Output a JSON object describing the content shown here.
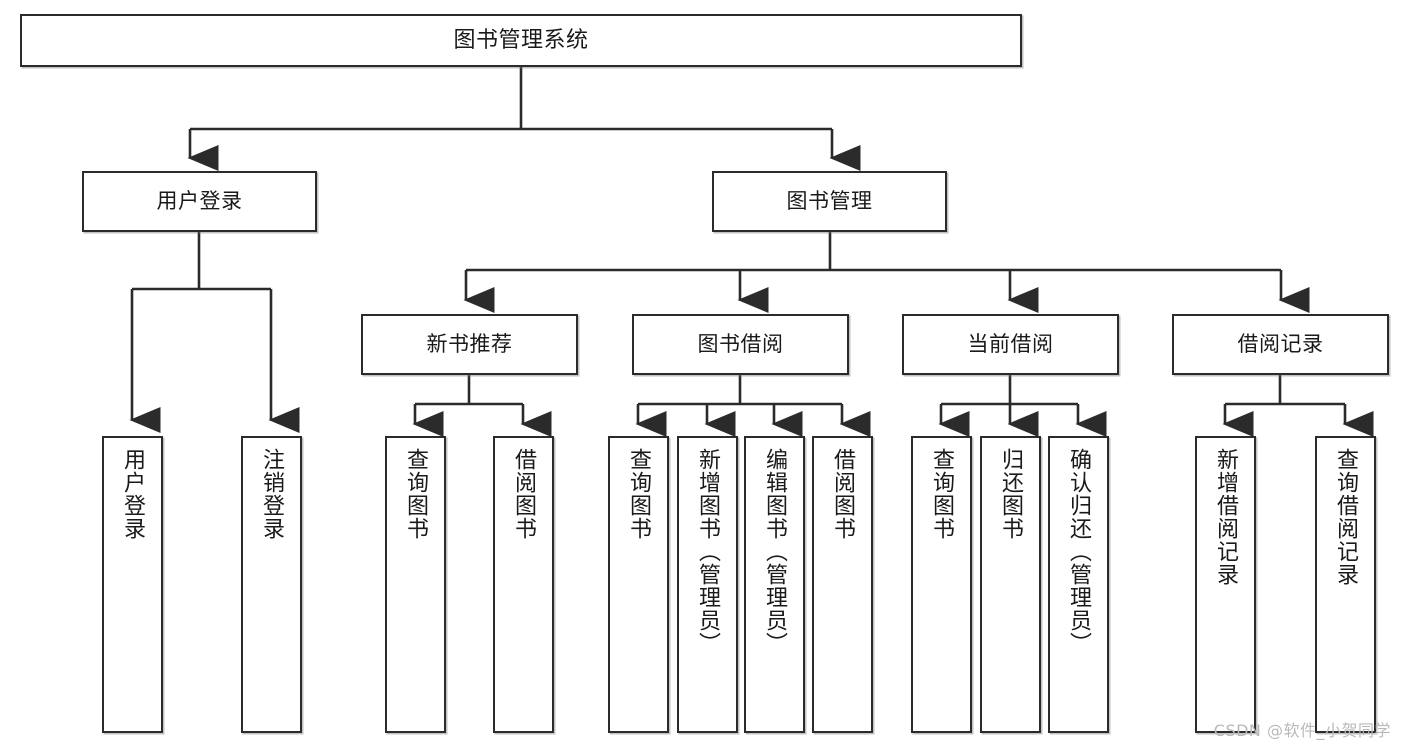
{
  "diagram": {
    "type": "tree-hierarchy-diagram",
    "title": "图书管理系统",
    "background_color": "#ffffff",
    "line_color": "#2b2b2b",
    "box_fill": "#ffffff",
    "text_color": "#1a1a1a"
  },
  "root": {
    "label": "图书管理系统"
  },
  "level2": [
    {
      "id": "user-login",
      "label": "用户登录"
    },
    {
      "id": "book-management",
      "label": "图书管理"
    }
  ],
  "level3": [
    {
      "id": "new-book-recommend",
      "label": "新书推荐"
    },
    {
      "id": "book-borrow",
      "label": "图书借阅"
    },
    {
      "id": "current-borrow",
      "label": "当前借阅"
    },
    {
      "id": "borrow-record",
      "label": "借阅记录"
    }
  ],
  "leaves": {
    "user_login": [
      {
        "id": "leaf-user-login",
        "label": "用户登录"
      },
      {
        "id": "leaf-logout-login",
        "label": "注销登录"
      }
    ],
    "new_book_recommend": [
      {
        "id": "leaf-query-book-1",
        "label": "查询图书"
      },
      {
        "id": "leaf-borrow-book-1",
        "label": "借阅图书"
      }
    ],
    "book_borrow": [
      {
        "id": "leaf-query-book-2",
        "label": "查询图书"
      },
      {
        "id": "leaf-add-book",
        "label": "新增图书（管理员）"
      },
      {
        "id": "leaf-edit-book",
        "label": "编辑图书（管理员）"
      },
      {
        "id": "leaf-borrow-book-2",
        "label": "借阅图书"
      }
    ],
    "current_borrow": [
      {
        "id": "leaf-query-book-3",
        "label": "查询图书"
      },
      {
        "id": "leaf-return-book",
        "label": "归还图书"
      },
      {
        "id": "leaf-confirm-return",
        "label": "确认归还（管理员）"
      }
    ],
    "borrow_record": [
      {
        "id": "leaf-add-borrow-record",
        "label": "新增借阅记录"
      },
      {
        "id": "leaf-query-borrow-record",
        "label": "查询借阅记录"
      }
    ]
  },
  "watermark": {
    "text": "CSDN @软件_小贺同学"
  }
}
